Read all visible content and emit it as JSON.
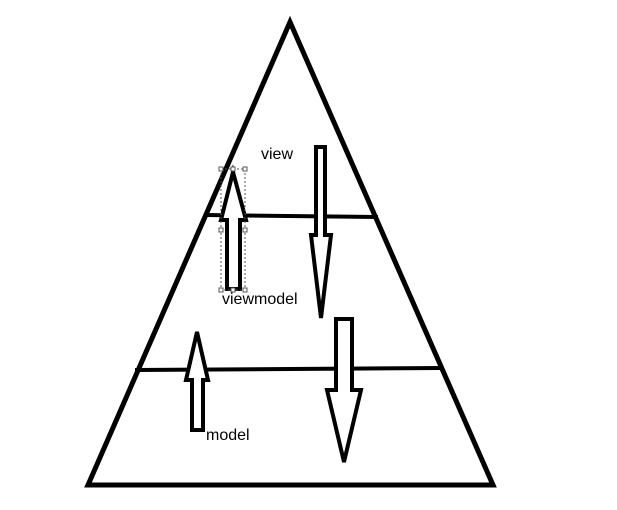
{
  "labels": {
    "view": "view",
    "viewmodel": "viewmodel",
    "model": "model"
  },
  "colors": {
    "stroke": "#000000",
    "background": "#ffffff",
    "selection": "#555555"
  }
}
